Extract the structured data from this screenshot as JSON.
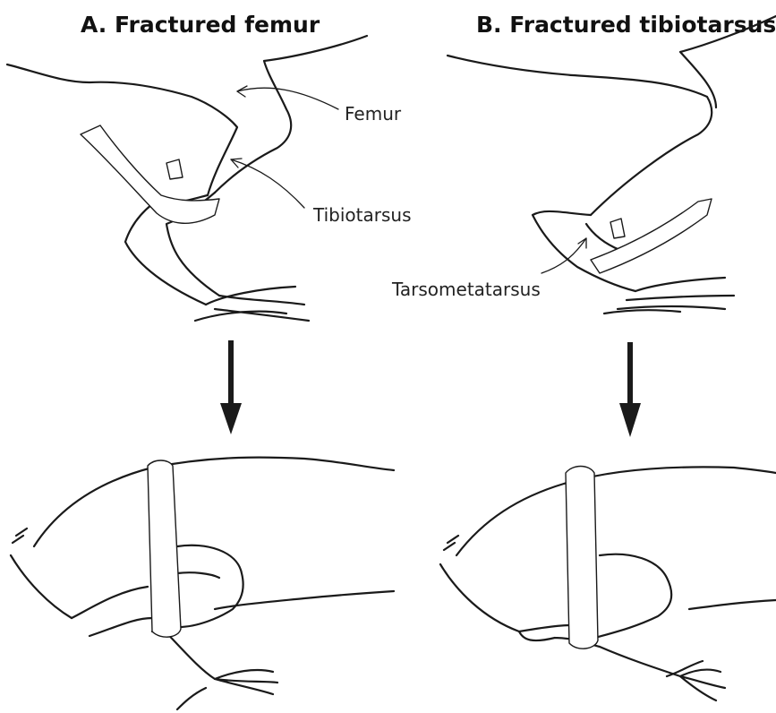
{
  "panels": {
    "a": {
      "title": "A. Fractured femur",
      "labels": {
        "femur": "Femur",
        "tibiotarsus": "Tibiotarsus"
      }
    },
    "b": {
      "title": "B. Fractured tibiotarsus",
      "labels": {
        "tarsometatarsus": "Tarsometatarsus"
      }
    }
  }
}
